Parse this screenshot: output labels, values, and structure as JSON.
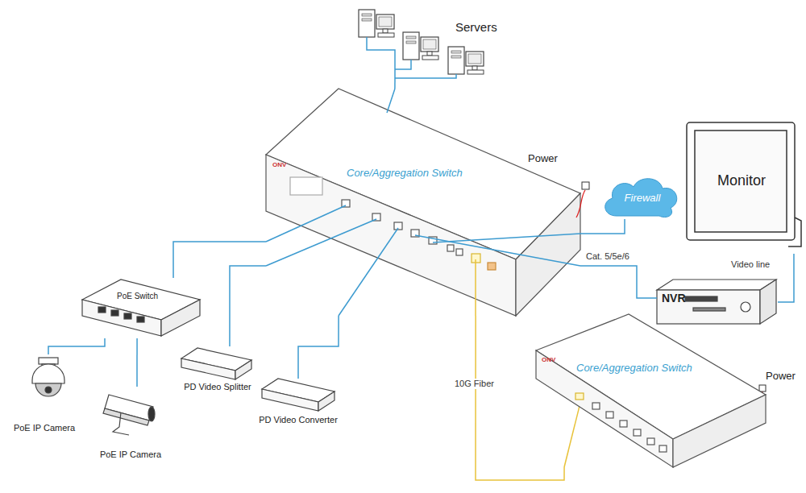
{
  "diagram": {
    "nodes": [
      {
        "text": [
          "Servers"
        ]
      },
      {
        "text": [
          "Core/Aggregation Switch"
        ]
      },
      {
        "text": [
          "Firewall"
        ]
      },
      {
        "text": [
          "Monitor"
        ]
      },
      {
        "text": [
          "NVR"
        ]
      },
      {
        "text": [
          "Core/Aggregation Switch"
        ]
      },
      {
        "text": [
          "PoE Switch"
        ]
      },
      {
        "text": [
          "PoE IP Camera"
        ]
      },
      {
        "text": [
          "PoE IP Camera"
        ]
      },
      {
        "text": [
          "PD Video Splitter"
        ]
      },
      {
        "text": [
          "PD Video Converter"
        ]
      }
    ],
    "edges": [
      {
        "from": 0,
        "to": 1,
        "arrow": "none"
      },
      {
        "from": 1,
        "to": 6,
        "arrow": "none"
      },
      {
        "from": 1,
        "to": 9,
        "arrow": "none"
      },
      {
        "from": 1,
        "to": 10,
        "arrow": "none"
      },
      {
        "from": 1,
        "to": 4,
        "label": "Cat. 5/5e/6",
        "arrow": "none"
      },
      {
        "from": 1,
        "to": 2,
        "arrow": "none"
      },
      {
        "from": 1,
        "to": 5,
        "label": "10G Fiber",
        "arrow": "none"
      },
      {
        "from": 4,
        "to": 3,
        "label": "Video line",
        "arrow": "none"
      },
      {
        "from": 6,
        "to": 7,
        "arrow": "none"
      },
      {
        "from": 6,
        "to": 8,
        "arrow": "none"
      }
    ],
    "labels": [
      "ONV",
      "Power",
      "ONV",
      "Power"
    ]
  }
}
